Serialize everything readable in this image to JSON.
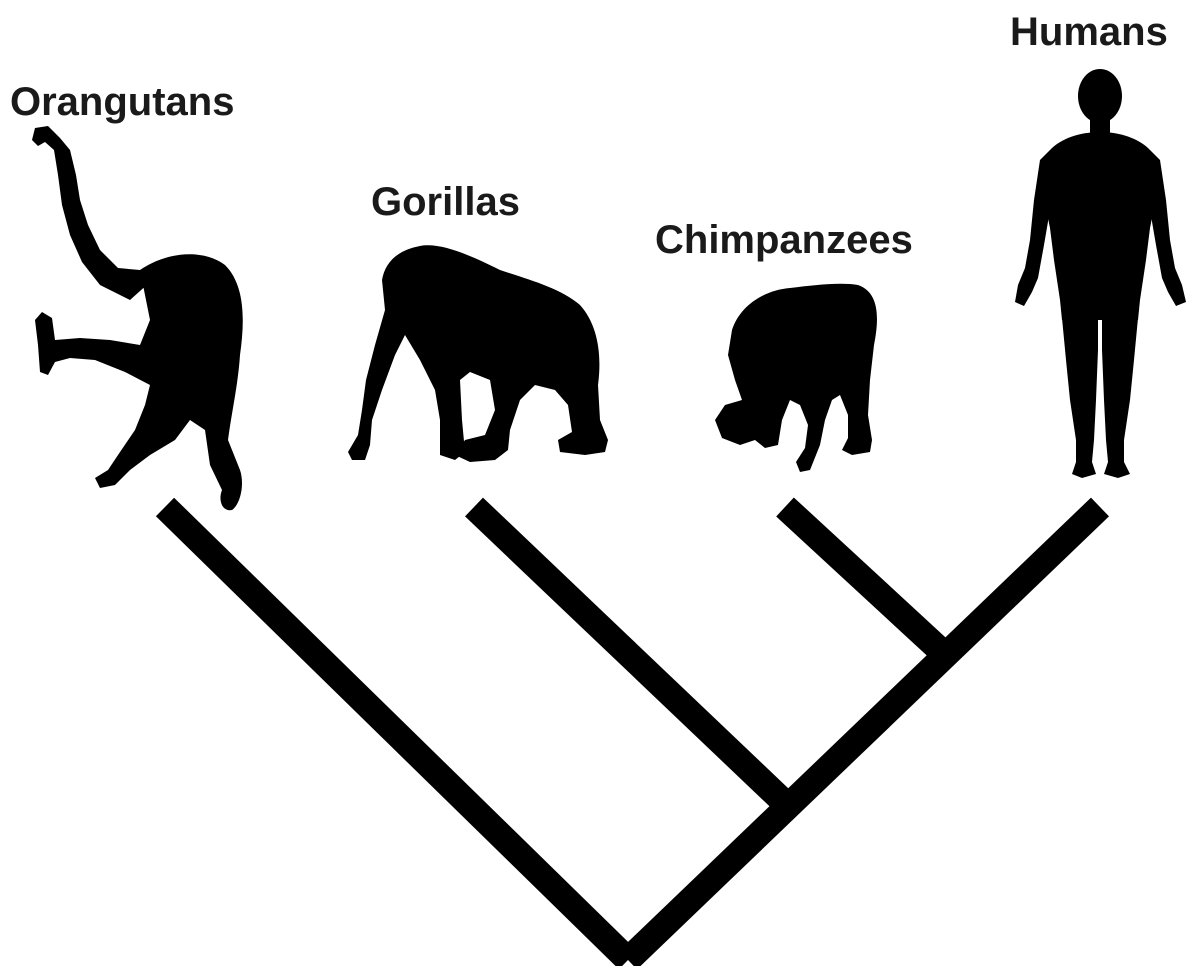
{
  "diagram": {
    "taxa": [
      {
        "id": "orangutans",
        "label": "Orangutans",
        "silhouette": "orangutan-silhouette-icon"
      },
      {
        "id": "gorillas",
        "label": "Gorillas",
        "silhouette": "gorilla-silhouette-icon"
      },
      {
        "id": "chimpanzees",
        "label": "Chimpanzees",
        "silhouette": "chimpanzee-silhouette-icon"
      },
      {
        "id": "humans",
        "label": "Humans",
        "silhouette": "human-silhouette-icon"
      }
    ],
    "topology": "((((chimpanzees,humans),gorillas),orangutans))",
    "colors": {
      "ink": "#000000",
      "label": "#1a1a1a",
      "background": "#ffffff"
    }
  }
}
